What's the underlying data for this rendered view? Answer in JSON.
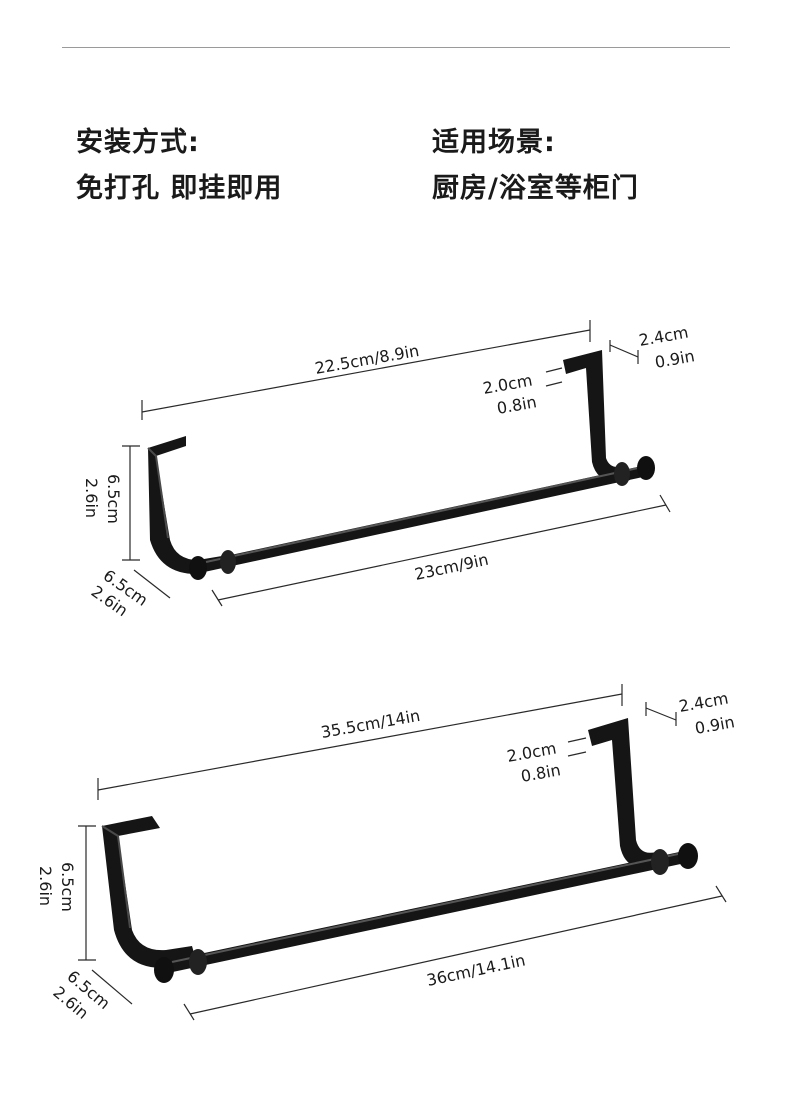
{
  "header": {
    "install_label": "安装方式:",
    "install_value": "免打孔 即挂即用",
    "scene_label": "适用场景:",
    "scene_value": "厨房/浴室等柜门"
  },
  "products": [
    {
      "top_length": "22.5cm/8.9in",
      "bar_length": "23cm/9in",
      "hook_width_cm": "2.4cm",
      "hook_width_in": "0.9in",
      "door_gap_cm": "2.0cm",
      "door_gap_in": "0.8in",
      "height_cm": "6.5cm",
      "height_in": "2.6in",
      "depth_cm": "6.5cm",
      "depth_in": "2.6in"
    },
    {
      "top_length": "35.5cm/14in",
      "bar_length": "36cm/14.1in",
      "hook_width_cm": "2.4cm",
      "hook_width_in": "0.9in",
      "door_gap_cm": "2.0cm",
      "door_gap_in": "0.8in",
      "height_cm": "6.5cm",
      "height_in": "2.6in",
      "depth_cm": "6.5cm",
      "depth_in": "2.6in"
    }
  ],
  "colors": {
    "rack": "#151515",
    "dimension_line": "#2a2a2a",
    "divider": "#9a9a9a"
  }
}
